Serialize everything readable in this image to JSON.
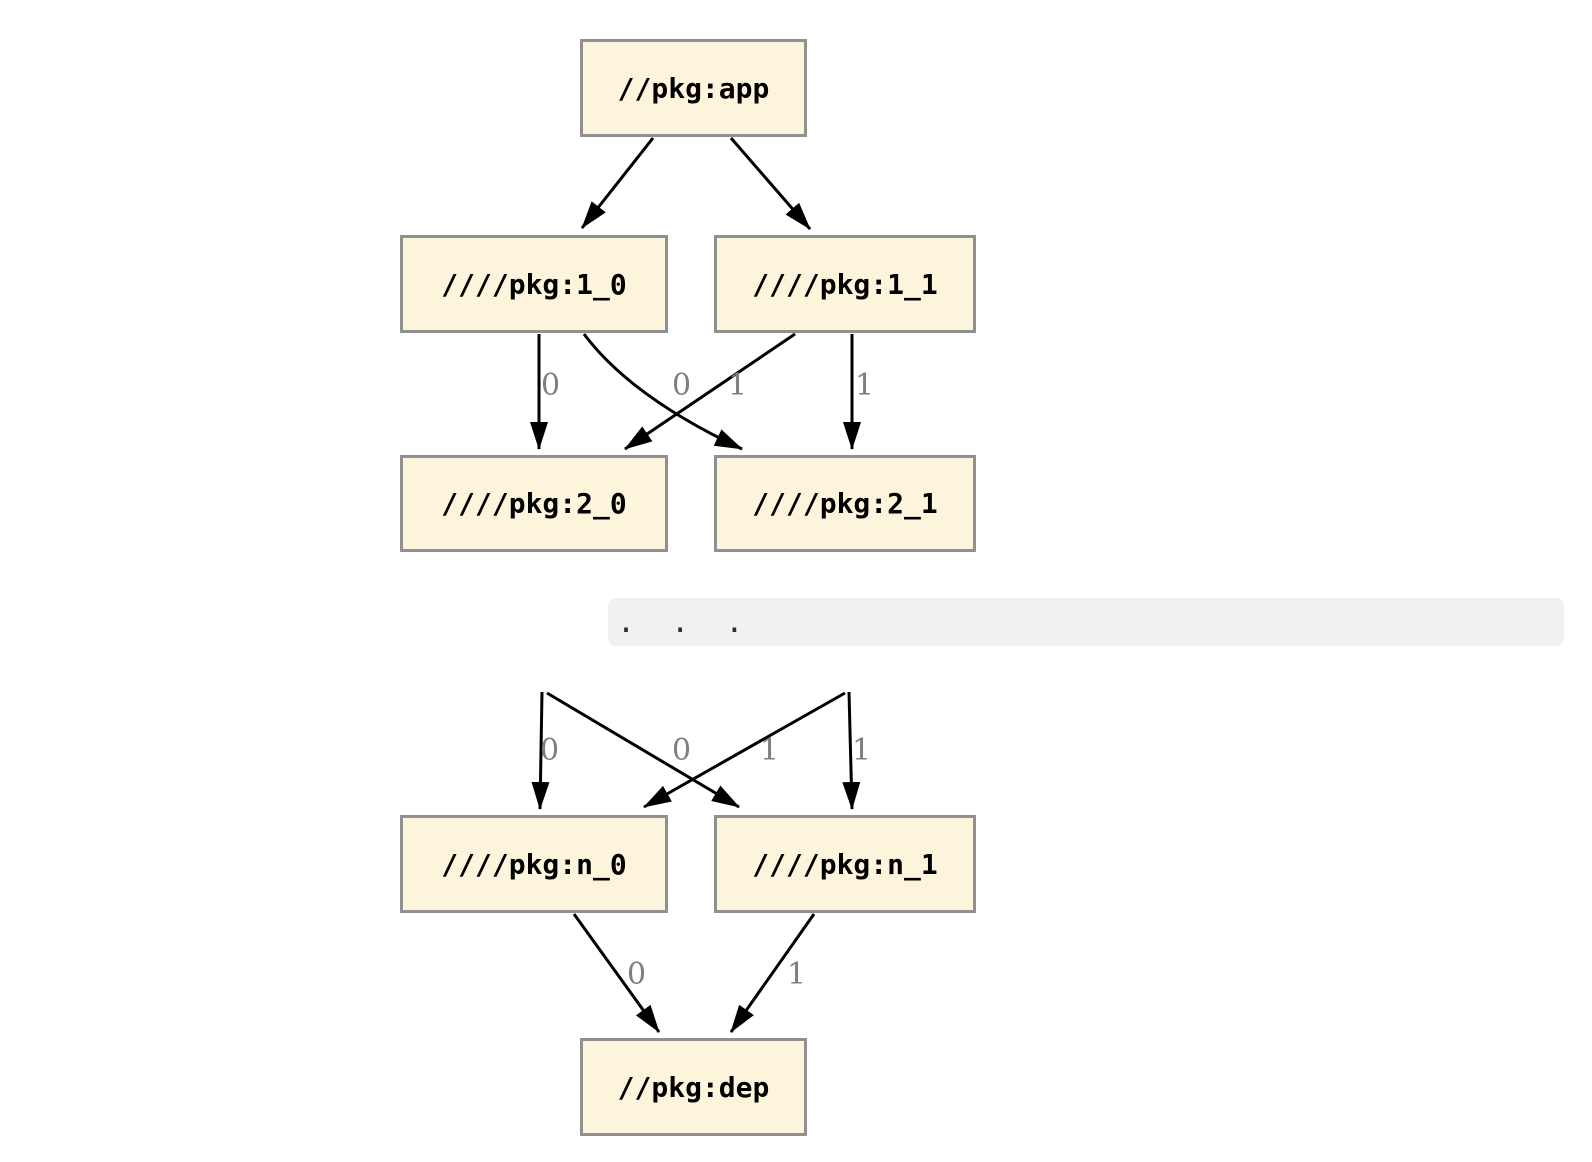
{
  "diagram": {
    "kind": "dependency-graph",
    "colors": {
      "background": "#ffffff",
      "node_fill": "#fcf5dc",
      "node_border": "#909090",
      "node_text": "#000000",
      "edge": "#000000",
      "edge_label": "#7f7f7f",
      "ellipsis_bar_bg": "#f1f1f1",
      "ellipsis_text": "#2e2e2e"
    },
    "nodes": {
      "app": {
        "label": "//pkg:app"
      },
      "v1_0": {
        "label": "////pkg:1_0"
      },
      "v1_1": {
        "label": "////pkg:1_1"
      },
      "v2_0": {
        "label": "////pkg:2_0"
      },
      "v2_1": {
        "label": "////pkg:2_1"
      },
      "vn_0": {
        "label": "////pkg:n_0"
      },
      "vn_1": {
        "label": "////pkg:n_1"
      },
      "dep": {
        "label": "//pkg:dep"
      }
    },
    "edge_labels": {
      "tier1": [
        "0",
        "0",
        "1",
        "1"
      ],
      "tier2": [
        "0",
        "0",
        "1",
        "1"
      ],
      "tier3": [
        "0",
        "1"
      ]
    },
    "edges": [
      {
        "from": "//pkg:app",
        "to": "////pkg:1_0",
        "label": ""
      },
      {
        "from": "//pkg:app",
        "to": "////pkg:1_1",
        "label": ""
      },
      {
        "from": "////pkg:1_0",
        "to": "////pkg:2_0",
        "label": "0"
      },
      {
        "from": "////pkg:1_0",
        "to": "////pkg:2_1",
        "label": "0"
      },
      {
        "from": "////pkg:1_1",
        "to": "////pkg:2_0",
        "label": "1"
      },
      {
        "from": "////pkg:1_1",
        "to": "////pkg:2_1",
        "label": "1"
      },
      {
        "from": "...",
        "to": "////pkg:n_0",
        "label": "0"
      },
      {
        "from": "...",
        "to": "////pkg:n_1",
        "label": "0"
      },
      {
        "from": "...",
        "to": "////pkg:n_0",
        "label": "1"
      },
      {
        "from": "...",
        "to": "////pkg:n_1",
        "label": "1"
      },
      {
        "from": "////pkg:n_0",
        "to": "//pkg:dep",
        "label": "0"
      },
      {
        "from": "////pkg:n_1",
        "to": "//pkg:dep",
        "label": "1"
      }
    ],
    "ellipsis": {
      "text": ".  .  ."
    }
  }
}
